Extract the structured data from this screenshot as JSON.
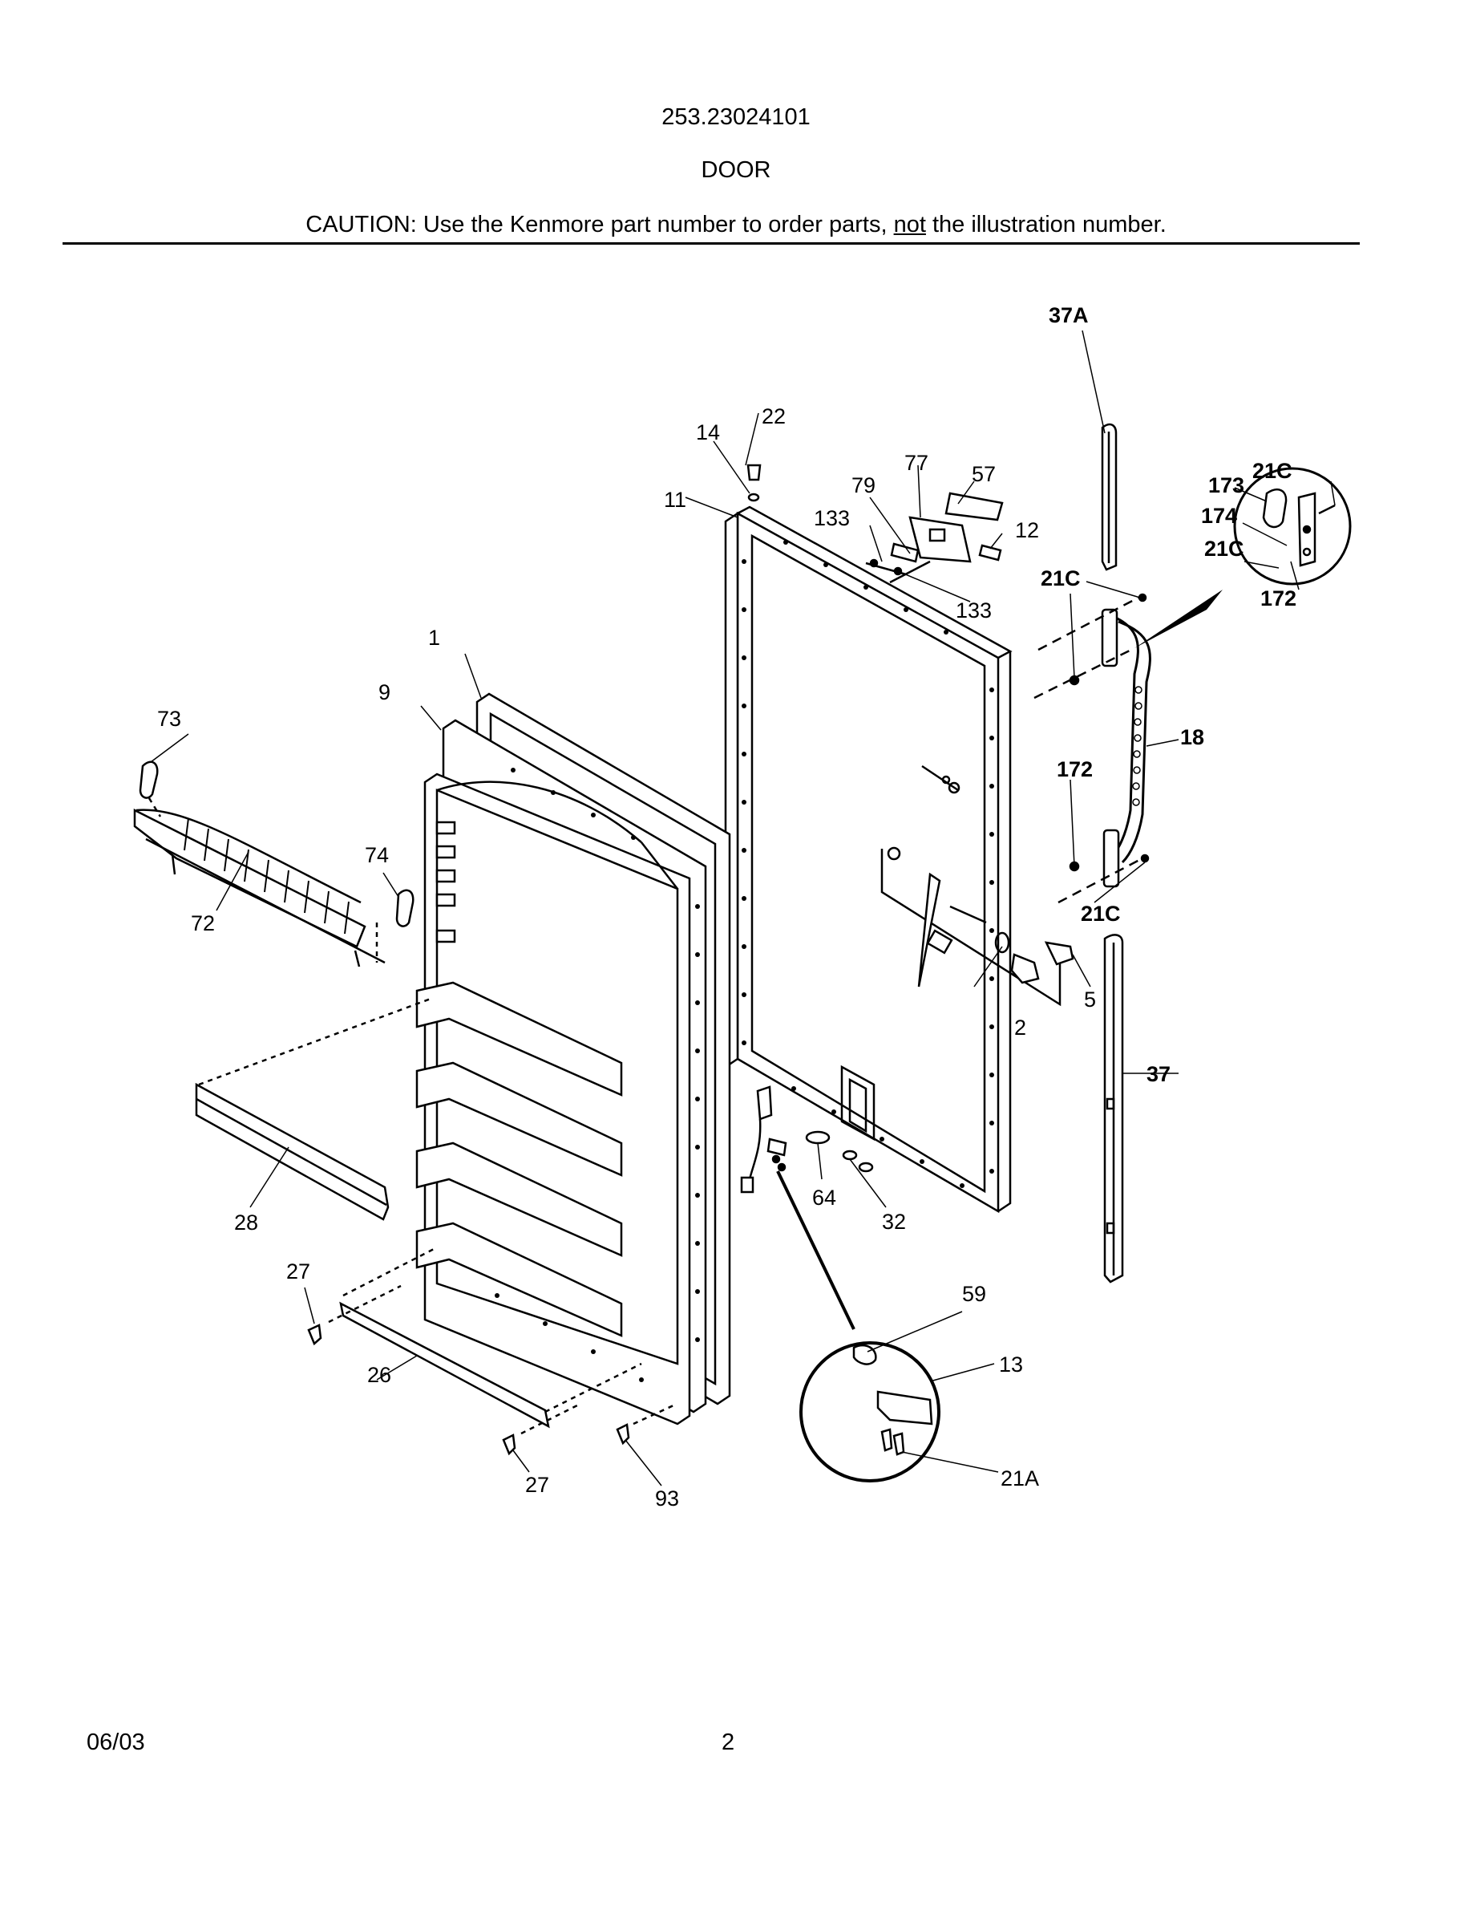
{
  "header": {
    "model": "253.23024101",
    "section": "DOOR",
    "caution_before": "CAUTION: Use the Kenmore part number to order parts, ",
    "caution_emph": "not",
    "caution_after": " the illustration number."
  },
  "footer": {
    "date": "06/03",
    "page": "2"
  },
  "callouts": {
    "p1": "1",
    "p2": "2",
    "p5": "5",
    "p9": "9",
    "p11": "11",
    "p12": "12",
    "p13": "13",
    "p14": "14",
    "p18": "18",
    "p21A": "21A",
    "p21C": "21C",
    "p22": "22",
    "p26": "26",
    "p27": "27",
    "p28": "28",
    "p32": "32",
    "p37": "37",
    "p37A": "37A",
    "p57": "57",
    "p59": "59",
    "p64": "64",
    "p72": "72",
    "p73": "73",
    "p74": "74",
    "p77": "77",
    "p79": "79",
    "p93": "93",
    "p133": "133",
    "p172": "172",
    "p173": "173",
    "p174": "174"
  }
}
